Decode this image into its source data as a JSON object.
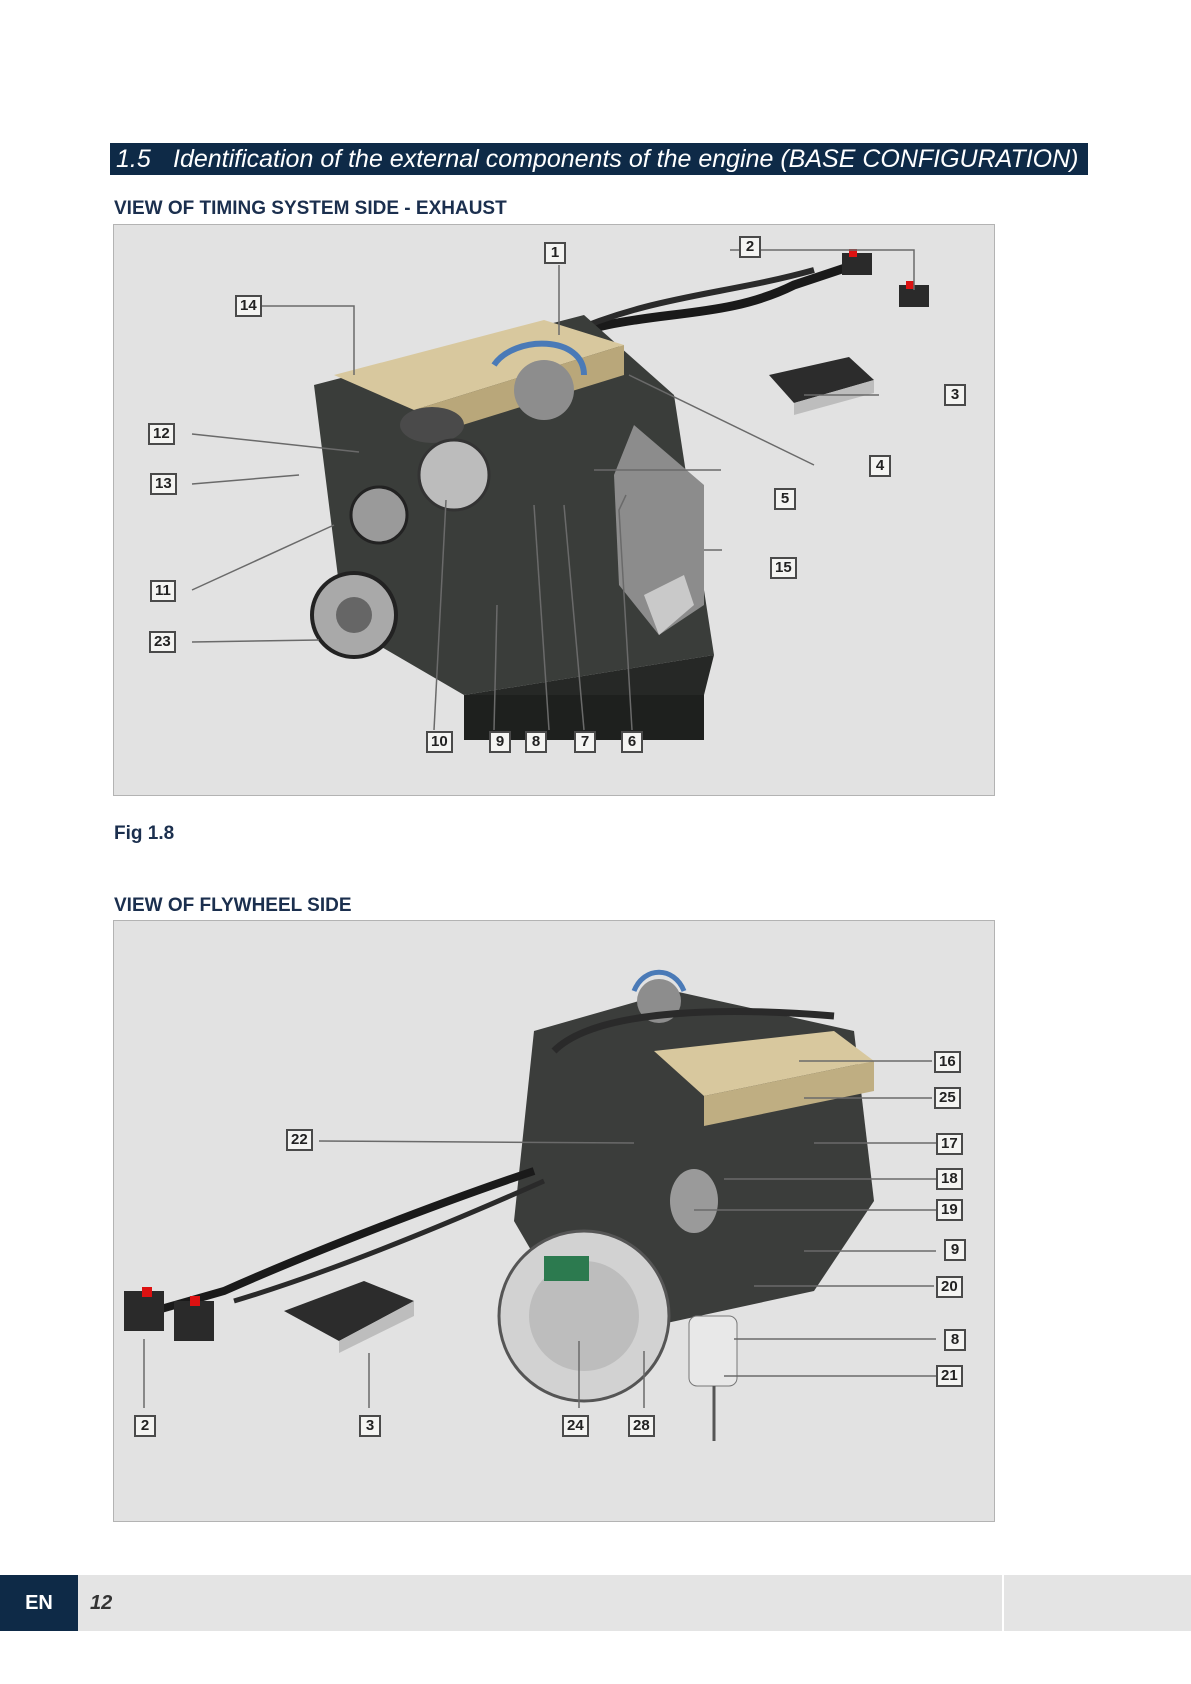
{
  "section": {
    "number": "1.5",
    "title": "Identification of the external components of the engine (BASE CONFIGURATION)"
  },
  "views": [
    {
      "title": "VIEW OF TIMING SYSTEM SIDE - EXHAUST",
      "callouts": [
        "1",
        "2",
        "3",
        "4",
        "5",
        "6",
        "7",
        "8",
        "9",
        "10",
        "11",
        "12",
        "13",
        "14",
        "15",
        "23"
      ]
    },
    {
      "title": "VIEW OF FLYWHEEL SIDE",
      "callouts": [
        "16",
        "25",
        "22",
        "17",
        "18",
        "19",
        "9",
        "20",
        "8",
        "21",
        "2",
        "3",
        "24",
        "28"
      ]
    }
  ],
  "fig_caption": "Fig 1.8",
  "footer": {
    "language": "EN",
    "page_number": "12"
  },
  "colors": {
    "header_bar": "#0e2a47",
    "figure_bg": "#e2e2e2",
    "footer_bg": "#e4e4e4"
  }
}
